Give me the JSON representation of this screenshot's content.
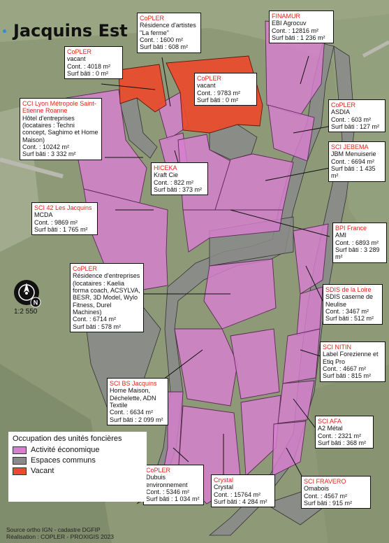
{
  "title": "Jacquins Est",
  "scale": "1:2 550",
  "compass_label": "N",
  "colors": {
    "activite": "#d77fcf",
    "espaces": "#8a8a8a",
    "vacant": "#ea4b2c",
    "owner_text": "#e0261b"
  },
  "labels": [
    {
      "id": "coupler-vacant-left",
      "owner": "CoPLER",
      "occupant": "vacant",
      "cont": "Cont. : 4018 m²",
      "surf": "Surf bâti : 0 m²"
    },
    {
      "id": "coupler-residence-artistes",
      "owner": "CoPLER",
      "occupant": "Résidence d'artistes \"La ferme\"",
      "cont": "Cont. : 1600 m²",
      "surf": "Surf bâti : 608 m²"
    },
    {
      "id": "coupler-vacant-center",
      "owner": "CoPLER",
      "occupant": "vacant",
      "cont": "Cont. : 9783 m²",
      "surf": "Surf bâti : 0 m²"
    },
    {
      "id": "finamur",
      "owner": "FINAMUR",
      "occupant": "EBI Agrocuv",
      "cont": "Cont. : 12816 m²",
      "surf": "Surf bâti : 1 236 m²"
    },
    {
      "id": "cci-lyon",
      "owner": "CCI Lyon Métropole Saint-Etienne Roanne",
      "occupant": "Hôtel d'entreprises (locataires : Techni concept, Saghimo et Home Maison)",
      "cont": "Cont. : 10242 m²",
      "surf": "Surf bâti : 3 332 m²"
    },
    {
      "id": "coupler-asdia",
      "owner": "CoPLER",
      "occupant": "ASDIA",
      "cont": "Cont. : 603 m²",
      "surf": "Surf bâti : 127 m²"
    },
    {
      "id": "sci-jebema",
      "owner": "SCI JEBEMA",
      "occupant": "JBM Menuiserie",
      "cont": "Cont. : 6694 m²",
      "surf": "Surf bâti : 1 435 m²"
    },
    {
      "id": "hiceka",
      "owner": "HICEKA",
      "occupant": "Kraft Cie",
      "cont": "Cont. : 822 m²",
      "surf": "Surf bâti : 373 m²"
    },
    {
      "id": "sci-42",
      "owner": "SCI 42 Les Jacquins",
      "occupant": "MCDA",
      "cont": "Cont. : 9869 m²",
      "surf": "Surf bâti : 1 765 m²"
    },
    {
      "id": "bpi-france",
      "owner": "BPI France",
      "occupant": "AMI",
      "cont": "Cont. : 6893 m²",
      "surf": "Surf bâti : 3 289 m²"
    },
    {
      "id": "coupler-residence-entreprises",
      "owner": "CoPLER",
      "occupant": "Résidence d'entreprises (locataires : Kaelia forma coach, ACSYLVA, BESR, 3D Model, Wylo Fitness, Durel Machines)",
      "cont": "Cont. : 6714 m²",
      "surf": "Surf bâti : 578 m²"
    },
    {
      "id": "sdis",
      "owner": "SDIS de la Loire",
      "occupant": "SDIS caserne de Neulise",
      "cont": "Cont. : 3467 m²",
      "surf": "Surf bâti : 512 m²"
    },
    {
      "id": "sci-nitin",
      "owner": "SCI NITIN",
      "occupant": "Label Forezienne et Etiq Pro",
      "cont": "Cont. : 4667 m²",
      "surf": "Surf bâti : 815 m²"
    },
    {
      "id": "sci-bs",
      "owner": "SCI BS Jacquins",
      "occupant": "Home Maison, Déchelette, ADN Textile",
      "cont": "Cont. : 6634 m²",
      "surf": "Surf bâti : 2 099 m²"
    },
    {
      "id": "sci-afa",
      "owner": "SCI AFA",
      "occupant": "A2 Métal",
      "cont": "Cont. : 2321 m²",
      "surf": "Surf bâti : 368 m²"
    },
    {
      "id": "coupler-dubuis",
      "owner": "CoPLER",
      "occupant": "Dubuis environnement",
      "cont": "Cont. : 5346 m²",
      "surf": "Surf bâti : 1 034 m²"
    },
    {
      "id": "crystal",
      "owner": "Crystal",
      "occupant": "Crystal",
      "cont": "Cont. : 15764 m²",
      "surf": "Surf bâti : 4 284 m²"
    },
    {
      "id": "sci-fravero",
      "owner": "SCI FRAVERO",
      "occupant": "Omabois",
      "cont": "Cont. : 4567 m²",
      "surf": "Surf bâti : 915 m²"
    }
  ],
  "legend": {
    "title": "Occupation des unités foncières",
    "items": [
      {
        "label": "Activité économique",
        "color": "#d77fcf"
      },
      {
        "label": "Espaces communs",
        "color": "#8a8a8a"
      },
      {
        "label": "Vacant",
        "color": "#ea4b2c"
      }
    ]
  },
  "source": {
    "line1": "Source ortho IGN - cadastre DGFIP",
    "line2": "Réalisation : COPLER - PROXIGIS 2023"
  }
}
